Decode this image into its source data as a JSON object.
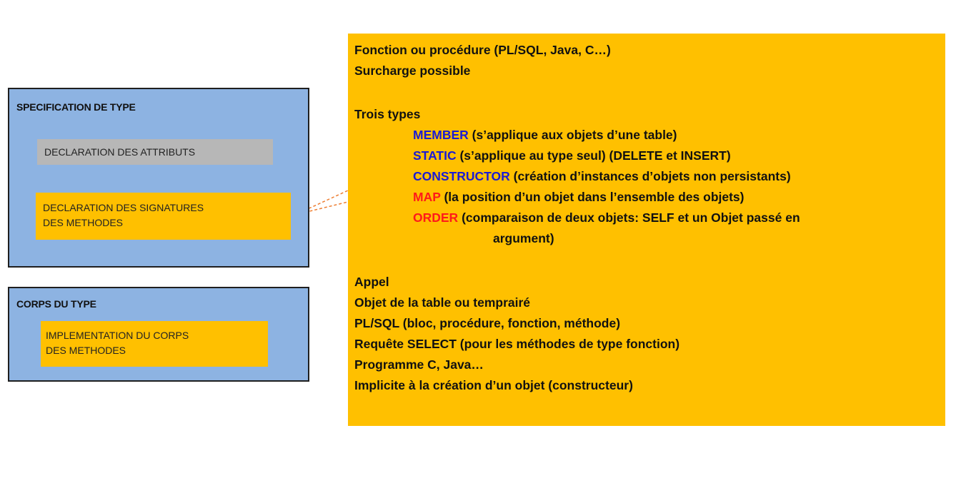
{
  "left": {
    "spec": {
      "title": "SPECIFICATION DE TYPE",
      "attributes": "DECLARATION DES ATTRIBUTS",
      "signatures": "DECLARATION DES SIGNATURES\nDES METHODES"
    },
    "corps": {
      "title": "CORPS DU TYPE",
      "implementation": "IMPLEMENTATION DU CORPS\nDES METHODES"
    }
  },
  "panel": {
    "line1": "Fonction ou procédure (PL/SQL, Java, C…)",
    "line2": "Surcharge possible",
    "types_title": "Trois types",
    "types": [
      {
        "keyword": "MEMBER",
        "text": " (s’applique aux objets d’une table)"
      },
      {
        "keyword": "STATIC",
        "text": " (s’applique au type seul) (DELETE et INSERT)"
      },
      {
        "keyword": "CONSTRUCTOR",
        "text": " (création d’instances d’objets non persistants)"
      },
      {
        "keyword": "MAP",
        "text": " (la position d’un objet dans l’ensemble des objets)"
      },
      {
        "keyword": "ORDER",
        "text": " (comparaison de deux objets: SELF et un Objet passé en",
        "continuation": "argument)"
      }
    ],
    "appel_title": "Appel",
    "appel": [
      "Objet de la table ou temprairé",
      "PL/SQL (bloc, procédure, fonction, méthode)",
      "Requête SELECT (pour les méthodes de type fonction)",
      "Programme C, Java…",
      "Implicite à la création d’un objet (constructeur)"
    ]
  },
  "colors": {
    "box_blue": "#8db3e2",
    "box_gray": "#b7b7b7",
    "accent_orange": "#ffc000",
    "keyword_blue": "#1a1ad6",
    "keyword_red": "#ff1a1a",
    "connector": "#ed7d31"
  }
}
